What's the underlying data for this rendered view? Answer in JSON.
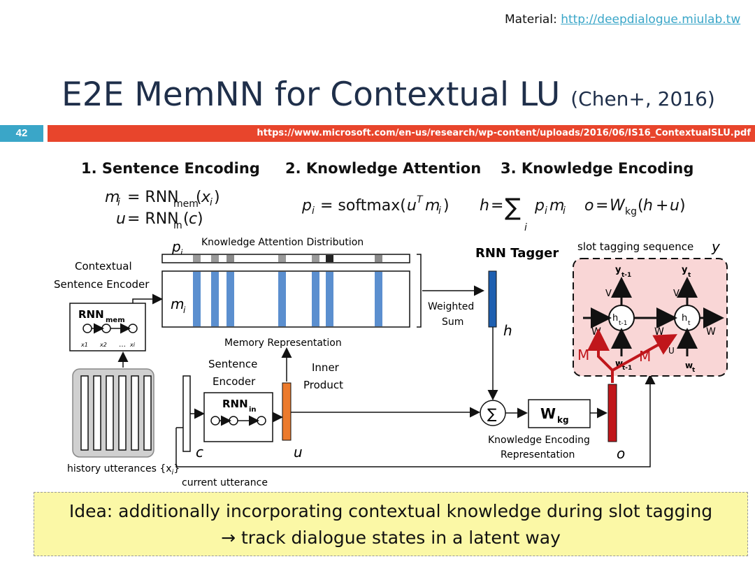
{
  "header": {
    "material_label": "Material:",
    "material_link": "http://deepdialogue.miulab.tw",
    "title": "E2E MemNN for Contextual LU",
    "title_cite": "(Chen+, 2016)",
    "slide_number": "42",
    "paper_url": "https://www.microsoft.com/en-us/research/wp-content/uploads/2016/06/IS16_ContextualSLU.pdf"
  },
  "steps": {
    "step1": "1. Sentence Encoding",
    "step2": "2. Knowledge Attention",
    "step3": "3. Knowledge Encoding"
  },
  "equations": {
    "eq1": "m_i = RNN_mem(x_i)",
    "eq2": "u = RNN_in(c)",
    "eq3": "p_i = softmax(u^T m_i)",
    "eq4": "h = Σ_i p_i m_i",
    "eq5": "o = W_kg(h + u)"
  },
  "diagram": {
    "p_i": "p",
    "p_i_sub": "i",
    "attention_dist": "Knowledge Attention Distribution",
    "contextual_encoder_1": "Contextual",
    "contextual_encoder_2": "Sentence Encoder",
    "m_i": "m",
    "m_i_sub": "i",
    "rnn_mem": "RNN",
    "rnn_mem_sub": "mem",
    "weighted_sum_1": "Weighted",
    "weighted_sum_2": "Sum",
    "rnn_tagger": "RNN Tagger",
    "h": "h",
    "memory_rep": "Memory Representation",
    "sentence_encoder_1": "Sentence",
    "sentence_encoder_2": "Encoder",
    "inner_product_1": "Inner",
    "inner_product_2": "Product",
    "rnn_in": "RNN",
    "rnn_in_sub": "in",
    "c": "c",
    "u": "u",
    "sum_symbol": "∑",
    "w_kg": "W",
    "w_kg_sub": "kg",
    "kg_rep_1": "Knowledge Encoding",
    "kg_rep_2": "Representation",
    "o": "o",
    "history_1": "history utterances {x",
    "history_sub": "i",
    "history_2": "}",
    "current_utterance": "current utterance",
    "slot_seq": "slot tagging sequence",
    "y": "y",
    "y_prev": "y",
    "y_prev_sub": "t-1",
    "y_t": "y",
    "y_t_sub": "t",
    "h_prev": "h",
    "h_prev_sub": "t-1",
    "h_t": "h",
    "h_t_sub": "t",
    "V": "V",
    "W": "W",
    "U": "U",
    "M": "M",
    "w_prev": "w",
    "w_prev_sub": "t-1",
    "w_t": "w",
    "w_t_sub": "t",
    "x1": "x1",
    "x2": "x2",
    "dots": "…",
    "xi": "xi"
  },
  "idea": {
    "line1": "Idea: additionally incorporating contextual knowledge during slot tagging",
    "line2": "→ track dialogue states in a latent way"
  },
  "colors": {
    "accent_red": "#e8452c",
    "accent_blue": "#3aa6c8",
    "memory_blue": "#5b8fcf",
    "tagger_blue": "#1e5fb0",
    "inner_orange": "#ec7a2c",
    "output_red": "#c0161b",
    "tagger_bg": "#f9d6d6",
    "idea_bg": "#fbf8a6"
  }
}
